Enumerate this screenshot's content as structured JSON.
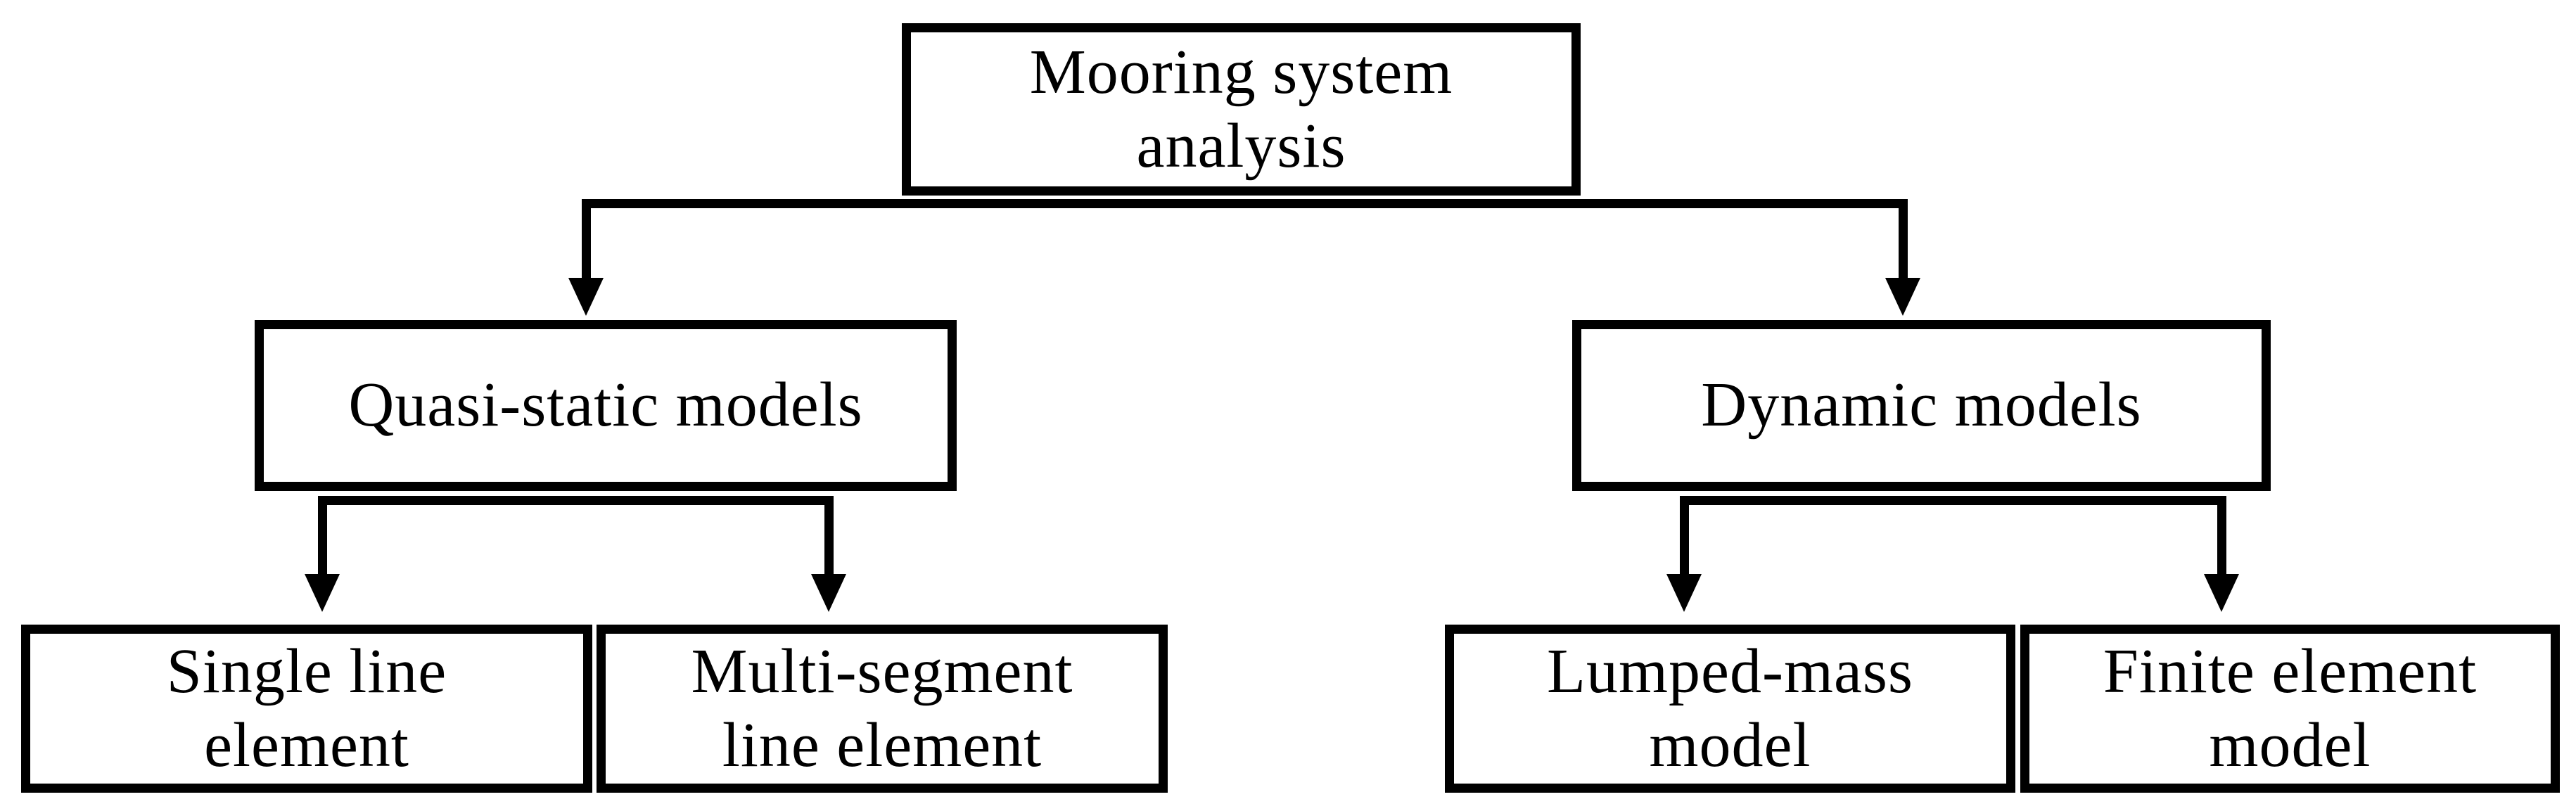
{
  "diagram": {
    "type": "tree",
    "background": "#ffffff",
    "line_color": "#000000",
    "box_fill": "#ffffff",
    "box_border_color": "#000000",
    "nodes": {
      "root": {
        "label": "Mooring system\nanalysis"
      },
      "quasi_static": {
        "label": "Quasi-static models"
      },
      "dynamic": {
        "label": "Dynamic models"
      },
      "single_line": {
        "label": "Single line\nelement"
      },
      "multi_segment": {
        "label": "Multi-segment\nline element"
      },
      "lumped_mass": {
        "label": "Lumped-mass\nmodel"
      },
      "finite_element": {
        "label": "Finite element\nmodel"
      }
    },
    "edges": [
      {
        "from": "root",
        "to": "quasi_static"
      },
      {
        "from": "root",
        "to": "dynamic"
      },
      {
        "from": "quasi_static",
        "to": "single_line"
      },
      {
        "from": "quasi_static",
        "to": "multi_segment"
      },
      {
        "from": "dynamic",
        "to": "lumped_mass"
      },
      {
        "from": "dynamic",
        "to": "finite_element"
      }
    ]
  }
}
